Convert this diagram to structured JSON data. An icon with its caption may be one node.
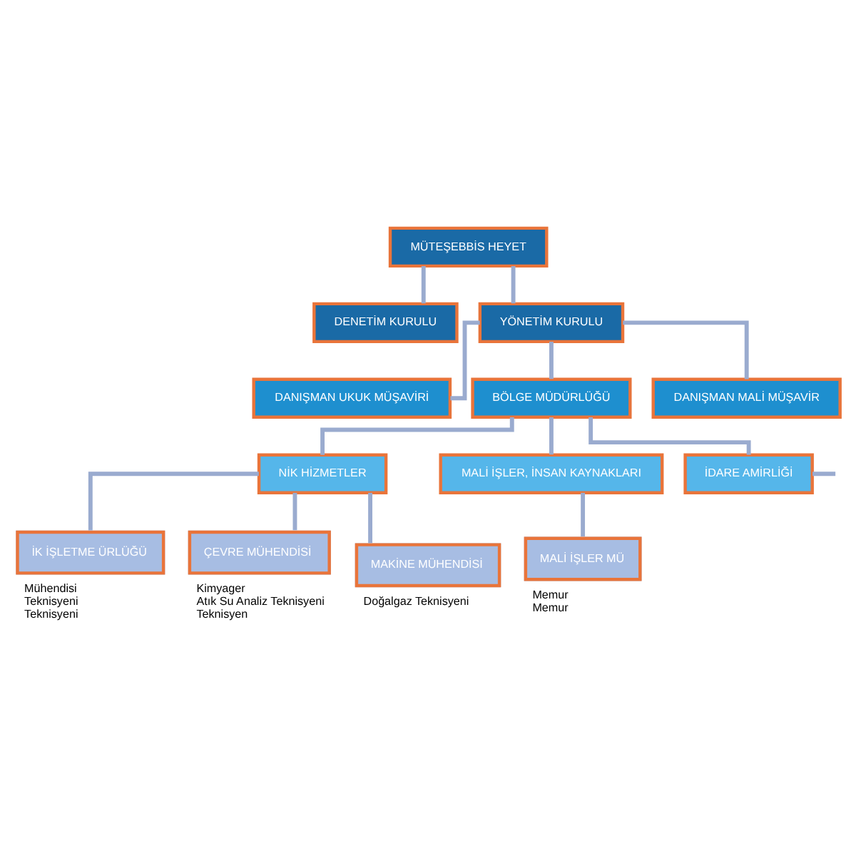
{
  "diagram": {
    "nodes": [
      {
        "text": [
          "MÜTEŞEBBİS HEYET"
        ]
      },
      {
        "text": [
          "DENETİM KURULU"
        ]
      },
      {
        "text": [
          "YÖNETİM KURULU"
        ]
      },
      {
        "text": [
          "DANIŞMAN UKUK MÜŞAVİRİ"
        ]
      },
      {
        "text": [
          "BÖLGE MÜDÜRLÜĞÜ"
        ]
      },
      {
        "text": [
          "DANIŞMAN MALİ MÜŞAVİR"
        ]
      },
      {
        "text": [
          "NİK HİZMETLER"
        ]
      },
      {
        "text": [
          "MALİ İŞLER, İNSAN KAYNAKLARI"
        ]
      },
      {
        "text": [
          "İDARE AMİRLİĞİ"
        ]
      },
      {
        "text": [
          "İK İŞLETME ÜRLÜĞÜ"
        ],
        "beside": [
          "Mühendisi",
          "Teknisyeni",
          "Teknisyeni"
        ]
      },
      {
        "text": [
          "ÇEVRE MÜHENDİSİ"
        ],
        "beside": [
          "Kimyager",
          "Atık Su Analiz Teknisyeni",
          "Teknisyen"
        ]
      },
      {
        "text": [
          "MAKİNE MÜHENDİSİ"
        ],
        "beside": [
          "Doğalgaz Teknisyeni"
        ]
      },
      {
        "text": [
          "MALİ İŞLER MÜ"
        ],
        "beside": [
          "Memur",
          "Memur"
        ]
      }
    ],
    "edges": [
      {
        "from": 0,
        "to": 2,
        "arrow": "none"
      },
      {
        "from": 0,
        "to": 1,
        "arrow": "none"
      },
      {
        "from": 2,
        "to": 3,
        "arrow": "none"
      },
      {
        "from": 2,
        "to": 4,
        "arrow": "none"
      },
      {
        "from": 2,
        "to": 5,
        "arrow": "none"
      },
      {
        "from": 4,
        "to": 6,
        "arrow": "none"
      },
      {
        "from": 4,
        "to": 7,
        "arrow": "none"
      },
      {
        "from": 4,
        "to": 8,
        "arrow": "none"
      },
      {
        "from": 6,
        "to": 9,
        "arrow": "none"
      },
      {
        "from": 6,
        "to": 10,
        "arrow": "none"
      },
      {
        "from": 6,
        "to": 11,
        "arrow": "none"
      },
      {
        "from": 7,
        "to": 12,
        "arrow": "none"
      },
      {
        "from": 8,
        "to": null,
        "arrow": "none"
      }
    ]
  }
}
